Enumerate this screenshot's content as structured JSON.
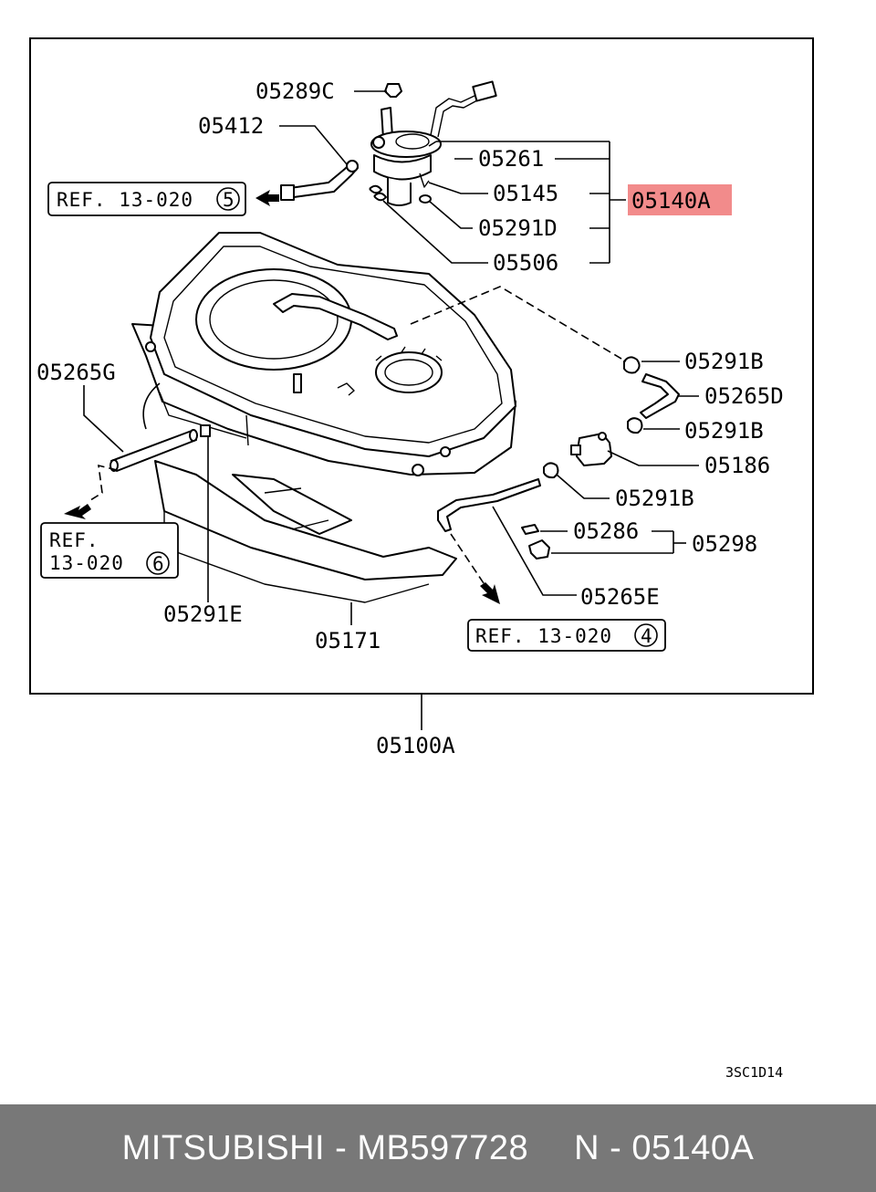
{
  "diagram": {
    "labels": {
      "p05289C": "05289C",
      "p05412": "05412",
      "p05261": "05261",
      "p05145": "05145",
      "p05140A": "05140A",
      "p05291D": "05291D",
      "p05506": "05506",
      "p05265G": "05265G",
      "p05291B_1": "05291B",
      "p05265D": "05265D",
      "p05291B_2": "05291B",
      "p05186": "05186",
      "p05291B_3": "05291B",
      "p05286": "05286",
      "p05298": "05298",
      "p05265E": "05265E",
      "p05291E": "05291E",
      "p05171": "05171",
      "p05100A": "05100A"
    },
    "refs": {
      "ref5_text": "REF. 13-020",
      "ref5_num": "5",
      "ref6_line1": "REF.",
      "ref6_line2": "13-020",
      "ref6_num": "6",
      "ref4_text": "REF. 13-020",
      "ref4_num": "4"
    },
    "figure_code": "3SC1D14",
    "highlight_color": "#f28b8b"
  },
  "footer": {
    "brand_part": "MITSUBISHI - MB597728",
    "ref_part": "N - 05140A"
  }
}
